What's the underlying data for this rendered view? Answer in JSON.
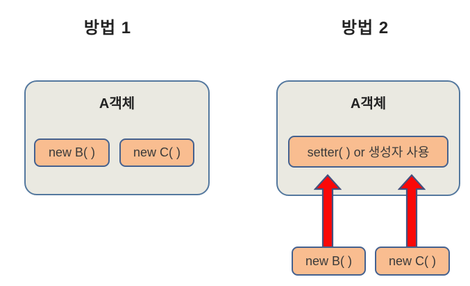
{
  "method1": {
    "title": "방법 1",
    "object_box": {
      "title": "A객체",
      "items": [
        {
          "label": "new B( )"
        },
        {
          "label": "new C( )"
        }
      ]
    }
  },
  "method2": {
    "title": "방법 2",
    "object_box": {
      "title": "A객체",
      "items": [
        {
          "label": "setter( ) or 생성자 사용"
        }
      ]
    },
    "source_nodes": [
      {
        "label": "new B( )"
      },
      {
        "label": "new C( )"
      }
    ],
    "arrows": [
      {
        "from": "new B( )",
        "to": "setter( ) or 생성자 사용",
        "direction": "up"
      },
      {
        "from": "new C( )",
        "to": "setter( ) or 생성자 사용",
        "direction": "up"
      }
    ]
  },
  "colors": {
    "background": "#FFFFFF",
    "container_fill": "#EAE9E1",
    "container_border": "#54789E",
    "node_fill": "#F9BD90",
    "node_border": "#44618F",
    "arrow_fill": "#FA0808",
    "arrow_border": "#44517E",
    "text": "#222222",
    "label_text": "#3A3A3A"
  }
}
